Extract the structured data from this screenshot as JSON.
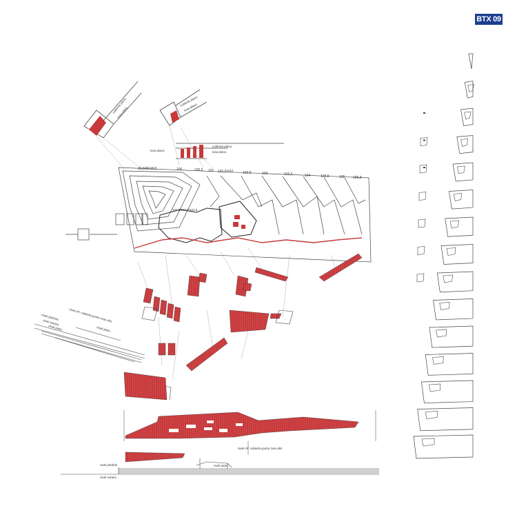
{
  "sheet": {
    "code": "BTX 09",
    "accent": "#c8393b",
    "badge_color": "#1c3f8f",
    "line_color": "#444444"
  },
  "plan": {
    "elevation_labels": [
      "99,5/99,99,5",
      "100",
      "100,5",
      "101",
      "101,5/102",
      "102,5",
      "103",
      "103,5",
      "104",
      "104,5",
      "105",
      "105,5"
    ],
    "point_label": "103,5/102,5/101,5"
  },
  "annotations": {
    "top_small_1": "cubierta plano",
    "top_small_2": "losa plano",
    "top_right_1": "cubierta plano",
    "top_right_2": "losa plano",
    "mid_1": "cubierta plano",
    "mid_2": "losa plano",
    "side_1": "nivel inf. cubierta  punto mas alto",
    "side_2": "nivel sotano",
    "side_3": "nivel piedras",
    "side_4": "nivel patio",
    "bottom_center": "nivel inf. cubierta  punto mas alto",
    "bottom_left_1": "nivel piedras",
    "bottom_left_2": "nivel sotano",
    "bottom_right": "nivel patio"
  },
  "sequence": {
    "count": 15
  }
}
